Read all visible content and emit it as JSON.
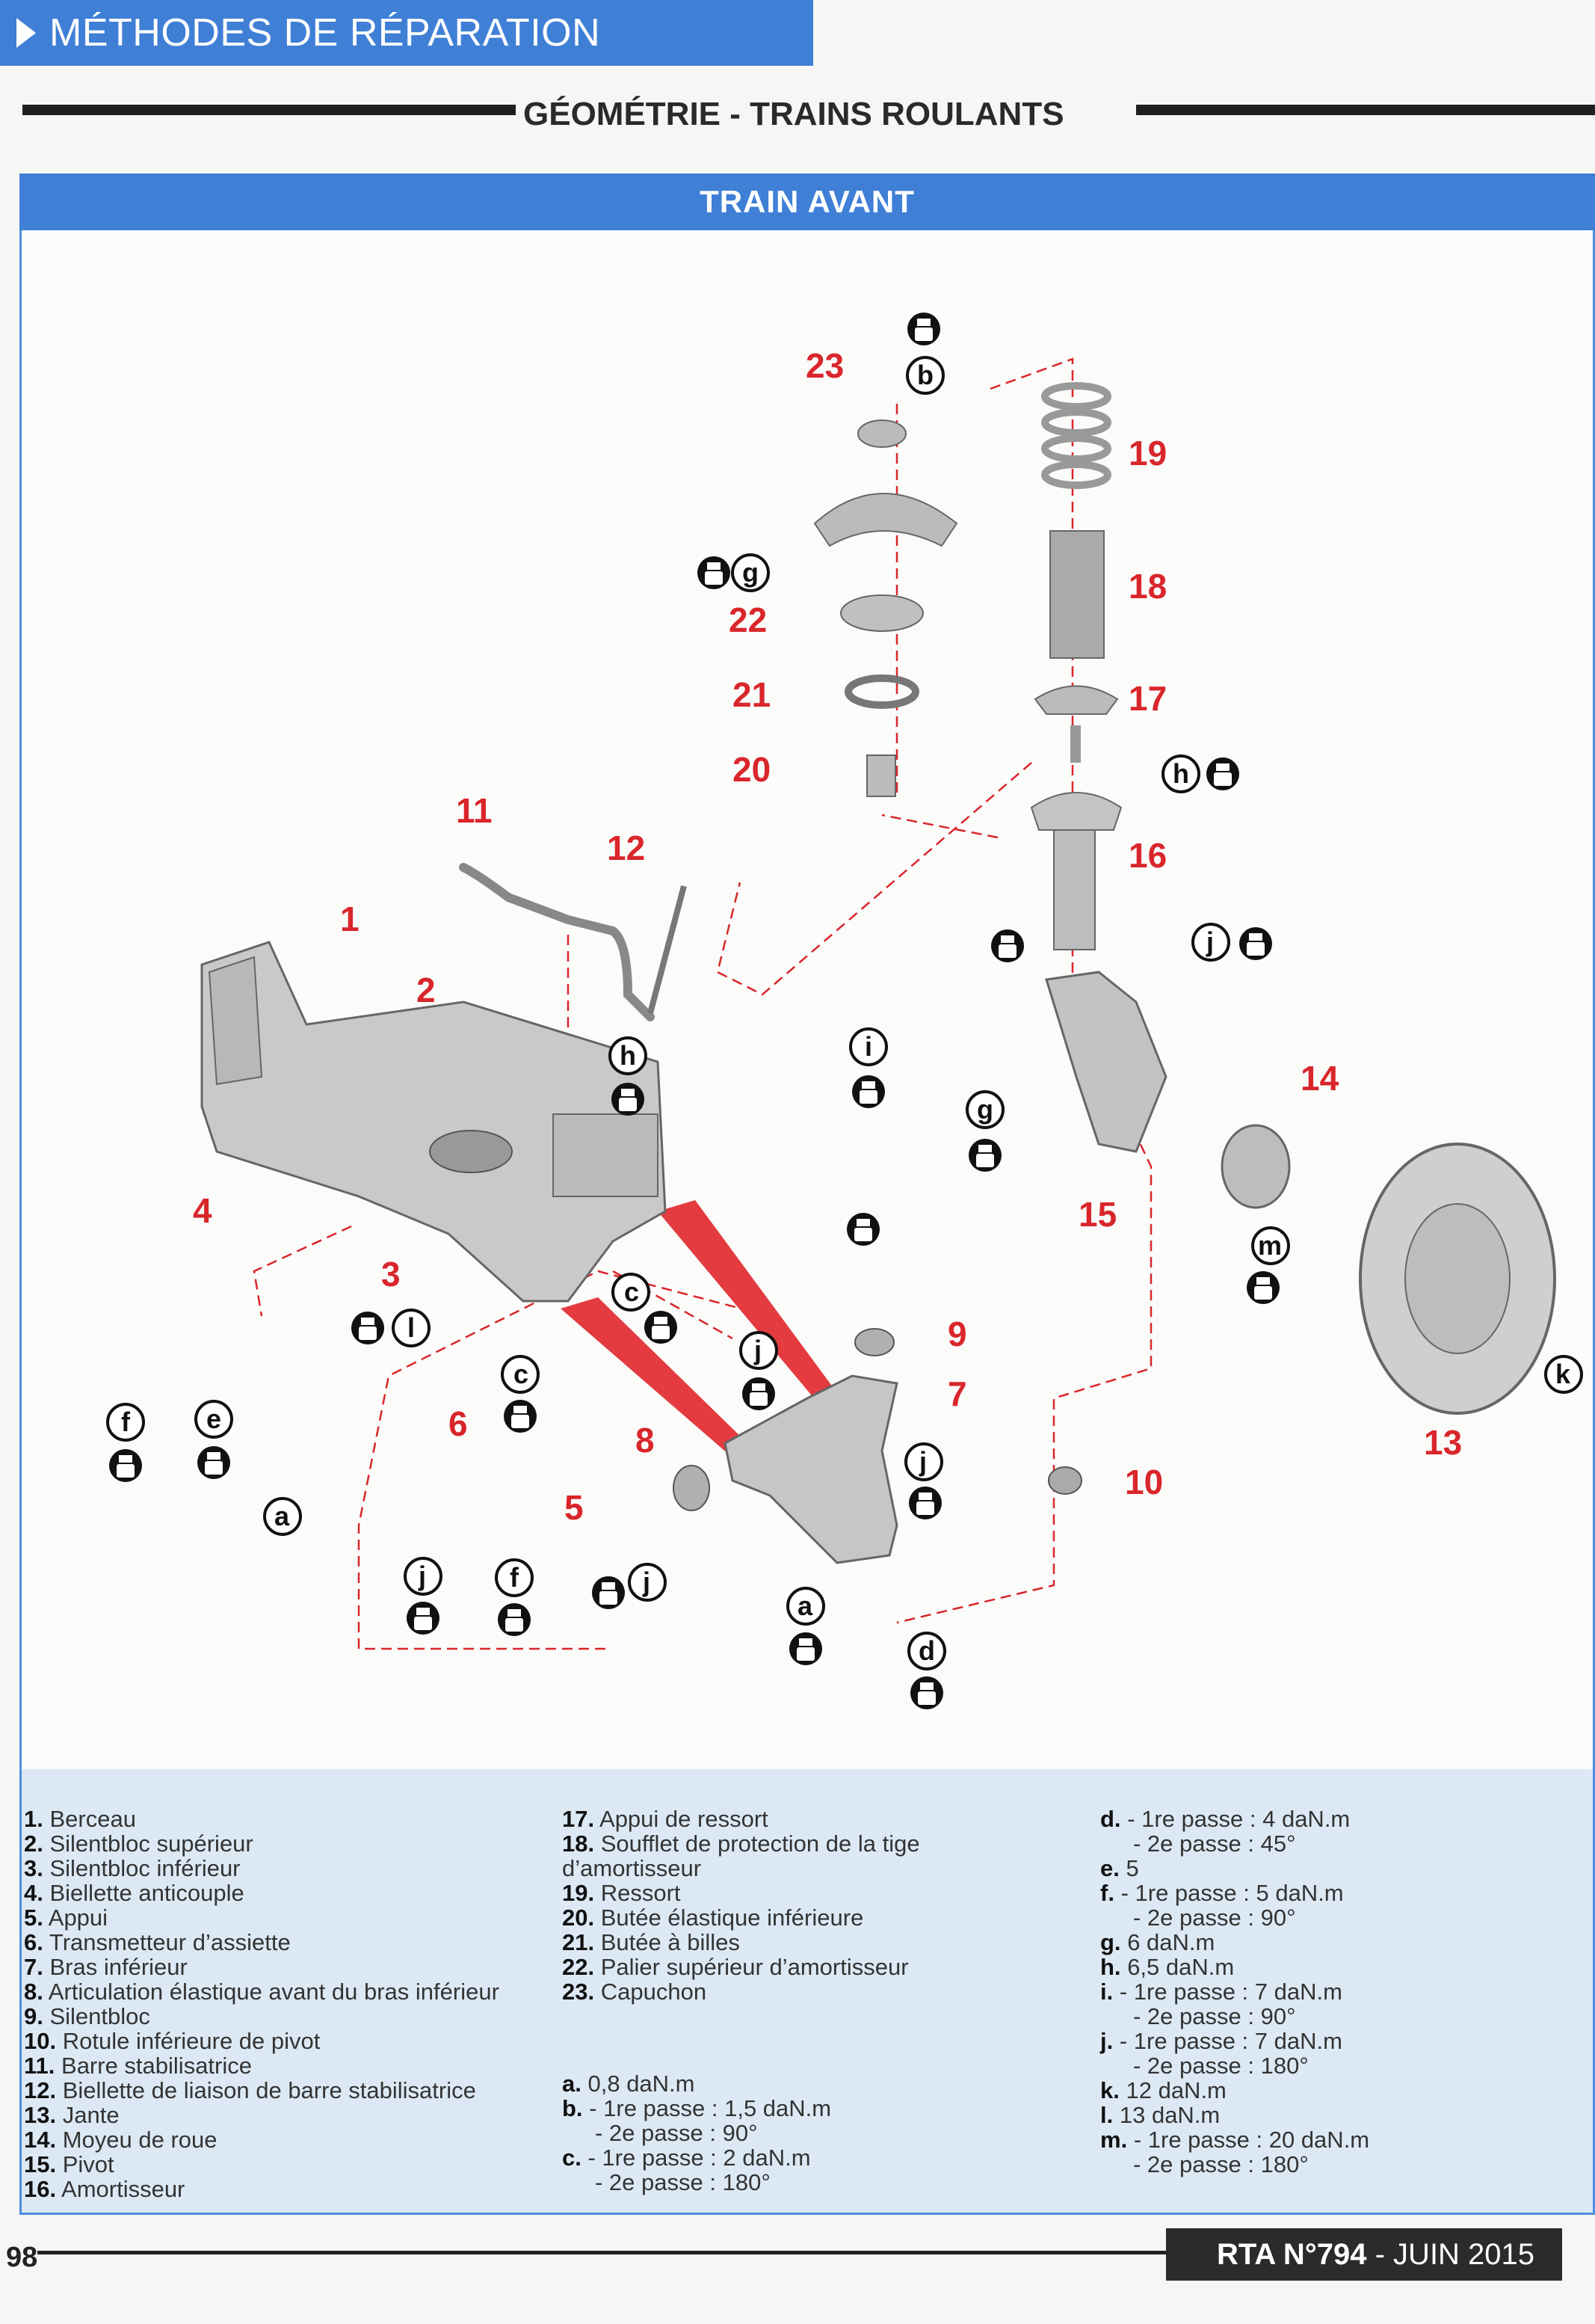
{
  "header": {
    "section_title": "MÉTHODES DE RÉPARATION",
    "subtitle": "GÉOMÉTRIE - TRAINS ROULANTS",
    "bar_title": "TRAIN AVANT"
  },
  "colors": {
    "accent_blue": "#3f7fd6",
    "label_red": "#d9262b",
    "legend_bg": "#dce9f5"
  },
  "diagram": {
    "part_numbers": [
      "1",
      "2",
      "3",
      "4",
      "5",
      "6",
      "7",
      "8",
      "9",
      "10",
      "11",
      "12",
      "13",
      "14",
      "15",
      "16",
      "17",
      "18",
      "19",
      "20",
      "21",
      "22",
      "23"
    ],
    "torque_tags": [
      "a",
      "b",
      "c",
      "d",
      "e",
      "f",
      "g",
      "h",
      "i",
      "j",
      "k",
      "l",
      "m"
    ],
    "icon_names": [
      "torque-wrench-icon",
      "renew-nut-icon"
    ]
  },
  "legend": {
    "parts_col1": [
      {
        "n": "1.",
        "t": "Berceau"
      },
      {
        "n": "2.",
        "t": "Silentbloc supérieur"
      },
      {
        "n": "3.",
        "t": "Silentbloc inférieur"
      },
      {
        "n": "4.",
        "t": "Biellette anticouple"
      },
      {
        "n": "5.",
        "t": "Appui"
      },
      {
        "n": "6.",
        "t": "Transmetteur d’assiette"
      },
      {
        "n": "7.",
        "t": "Bras inférieur"
      },
      {
        "n": "8.",
        "t": "Articulation élastique avant du bras inférieur"
      },
      {
        "n": "9.",
        "t": "Silentbloc"
      },
      {
        "n": "10.",
        "t": "Rotule inférieure de pivot"
      },
      {
        "n": "11.",
        "t": "Barre stabilisatrice"
      },
      {
        "n": "12.",
        "t": "Biellette de liaison de barre stabilisatrice"
      },
      {
        "n": "13.",
        "t": "Jante"
      },
      {
        "n": "14.",
        "t": "Moyeu de roue"
      },
      {
        "n": "15.",
        "t": "Pivot"
      },
      {
        "n": "16.",
        "t": "Amortisseur"
      }
    ],
    "parts_col2": [
      {
        "n": "17.",
        "t": "Appui de ressort"
      },
      {
        "n": "18.",
        "t": "Soufflet de protection de la tige"
      },
      {
        "n": "",
        "t": "d’amortisseur"
      },
      {
        "n": "19.",
        "t": "Ressort"
      },
      {
        "n": "20.",
        "t": "Butée élastique inférieure"
      },
      {
        "n": "21.",
        "t": "Butée à billes"
      },
      {
        "n": "22.",
        "t": "Palier supérieur d’amortisseur"
      },
      {
        "n": "23.",
        "t": "Capuchon"
      }
    ],
    "torque_col2": [
      {
        "n": "a.",
        "t": "0,8 daN.m"
      },
      {
        "n": "b.",
        "t": "- 1re passe : 1,5 daN.m"
      },
      {
        "n": "",
        "t": "- 2e passe : 90°"
      },
      {
        "n": "c.",
        "t": "- 1re passe : 2 daN.m"
      },
      {
        "n": "",
        "t": "- 2e passe : 180°"
      }
    ],
    "torque_col3": [
      {
        "n": "d.",
        "t": "- 1re passe : 4 daN.m"
      },
      {
        "n": "",
        "t": "- 2e passe : 45°"
      },
      {
        "n": "e.",
        "t": "5"
      },
      {
        "n": "f.",
        "t": "- 1re passe : 5 daN.m"
      },
      {
        "n": "",
        "t": "- 2e passe : 90°"
      },
      {
        "n": "g.",
        "t": "6 daN.m"
      },
      {
        "n": "h.",
        "t": "6,5 daN.m"
      },
      {
        "n": "i.",
        "t": "- 1re passe : 7 daN.m"
      },
      {
        "n": "",
        "t": "- 2e passe : 90°"
      },
      {
        "n": "j.",
        "t": "- 1re passe : 7 daN.m"
      },
      {
        "n": "",
        "t": "- 2e passe : 180°"
      },
      {
        "n": "k.",
        "t": "12 daN.m"
      },
      {
        "n": "l.",
        "t": "13 daN.m"
      },
      {
        "n": "m.",
        "t": "- 1re passe : 20 daN.m"
      },
      {
        "n": "",
        "t": "- 2e passe : 180°"
      }
    ]
  },
  "footer": {
    "page_number": "98",
    "magazine": "RTA N°794",
    "date": "- JUIN 2015"
  }
}
